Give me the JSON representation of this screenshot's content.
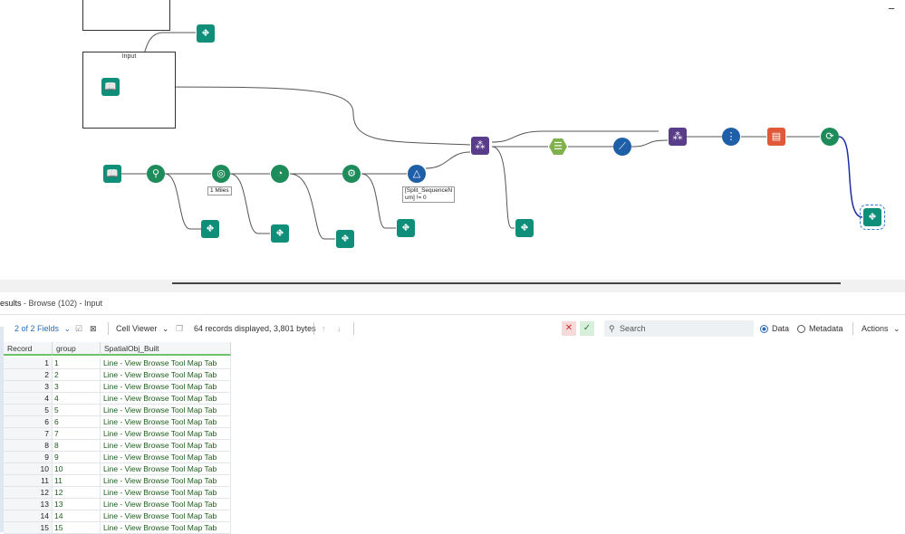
{
  "canvas": {
    "container_title": "Input",
    "annotation_buffer": "1 Miles",
    "annotation_filter": "[Split_SequenceN\num] != 0",
    "minimize_symbol": "−",
    "icons": {
      "browse": "binoculars-icon",
      "input": "book-icon",
      "create_points": "map-pin-icon",
      "buffer": "target-icon",
      "poly_split": "spatial-icon",
      "spatial_process": "gear-icon",
      "filter": "triangle-icon",
      "union": "join-icon",
      "summarize": "sigma-icon",
      "poly_build": "line-icon",
      "multi_field": "network-icon",
      "transform": "dots-icon",
      "table": "table-icon",
      "sequence": "cycle-icon"
    }
  },
  "results": {
    "title_prefix": "esults",
    "title_suffix": " - Browse (102) - Input",
    "fields_label": "2 of 2 Fields",
    "viewer_label": "Cell Viewer",
    "records_info": "64 records displayed, 3,801 bytes",
    "search_placeholder": "Search",
    "data_label": "Data",
    "metadata_label": "Metadata",
    "actions_label": "Actions"
  },
  "table": {
    "columns": [
      "Record",
      "group",
      "SpatialObj_Built"
    ],
    "rows": [
      [
        "1",
        "1",
        "Line - View Browse Tool Map Tab"
      ],
      [
        "2",
        "2",
        "Line - View Browse Tool Map Tab"
      ],
      [
        "3",
        "3",
        "Line - View Browse Tool Map Tab"
      ],
      [
        "4",
        "4",
        "Line - View Browse Tool Map Tab"
      ],
      [
        "5",
        "5",
        "Line - View Browse Tool Map Tab"
      ],
      [
        "6",
        "6",
        "Line - View Browse Tool Map Tab"
      ],
      [
        "7",
        "7",
        "Line - View Browse Tool Map Tab"
      ],
      [
        "8",
        "8",
        "Line - View Browse Tool Map Tab"
      ],
      [
        "9",
        "9",
        "Line - View Browse Tool Map Tab"
      ],
      [
        "10",
        "10",
        "Line - View Browse Tool Map Tab"
      ],
      [
        "11",
        "11",
        "Line - View Browse Tool Map Tab"
      ],
      [
        "12",
        "12",
        "Line - View Browse Tool Map Tab"
      ],
      [
        "13",
        "13",
        "Line - View Browse Tool Map Tab"
      ],
      [
        "14",
        "14",
        "Line - View Browse Tool Map Tab"
      ],
      [
        "15",
        "15",
        "Line - View Browse Tool Map Tab"
      ]
    ]
  },
  "colors": {
    "browse": "#0f8f7a",
    "spatial_green": "#1e8c5a",
    "filter_blue": "#1f5fa8",
    "join_purple": "#5a3d8a",
    "summarize_green": "#7fb24a",
    "table_red": "#e05a3a",
    "selection_green": "#6cc36b"
  }
}
